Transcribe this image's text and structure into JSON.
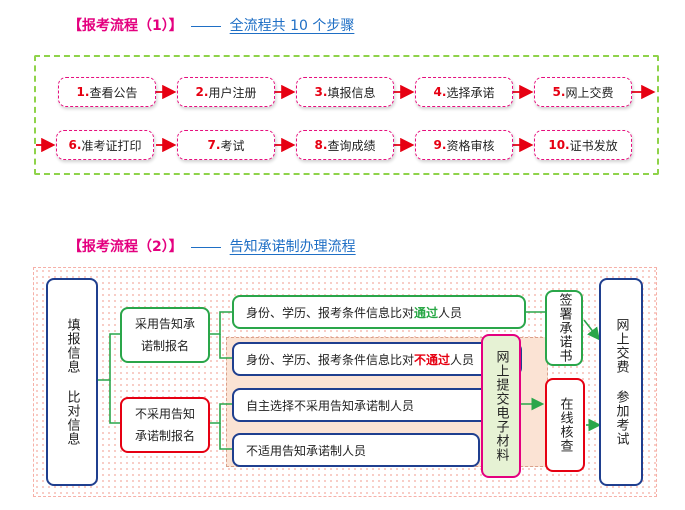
{
  "section1": {
    "label": "【报考流程（1）】",
    "subtitle": "全流程共 10 个步骤",
    "steps": [
      {
        "num": "1.",
        "text": "查看公告"
      },
      {
        "num": "2.",
        "text": "用户注册"
      },
      {
        "num": "3.",
        "text": "填报信息"
      },
      {
        "num": "4.",
        "text": "选择承诺"
      },
      {
        "num": "5.",
        "text": "网上交费"
      },
      {
        "num": "6.",
        "text": "准考证打印"
      },
      {
        "num": "7.",
        "text": "考试"
      },
      {
        "num": "8.",
        "text": "查询成绩"
      },
      {
        "num": "9.",
        "text": "资格审核"
      },
      {
        "num": "10.",
        "text": "证书发放"
      }
    ]
  },
  "section2": {
    "label": "【报考流程（2）】",
    "subtitle": "告知承诺制办理流程",
    "left_box": "填报信息 比对信息",
    "adopt": "采用告知承诺制报名",
    "not_adopt": "不采用告知承诺制报名",
    "row1_pre": "身份、学历、报考条件信息比对",
    "row1_hl": "通过",
    "row1_post": "人员",
    "row2_pre": "身份、学历、报考条件信息比对",
    "row2_hl": "不通过",
    "row2_post": "人员",
    "row3": "自主选择不采用告知承诺制人员",
    "row4": "不适用告知承诺制人员",
    "upload": "网上提交电子材料",
    "sign": "签署承诺书",
    "online_check": "在线核查",
    "final": "网上交费 参加考试"
  },
  "colors": {
    "magenta": "#e4007f",
    "blue": "#1f6fc5",
    "red": "#e60012",
    "green": "#28a745",
    "step_arrow": "#e60012",
    "diagram_arrow": "#2aa64a"
  }
}
